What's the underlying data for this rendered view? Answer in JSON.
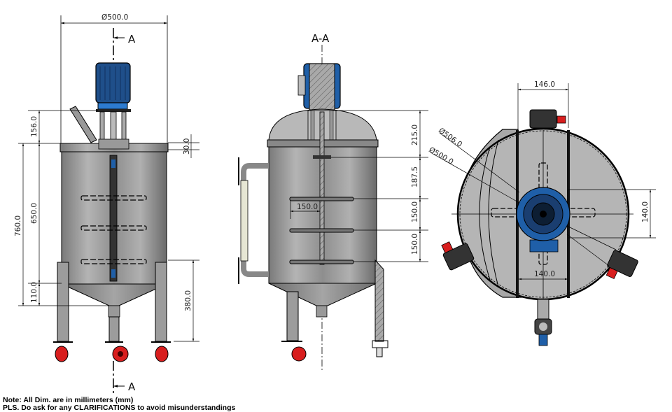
{
  "drawing": {
    "type": "Mixing tank engineering drawing",
    "units": "mm",
    "colors": {
      "steel": "#9a9a9a",
      "steel_dark": "#6e6e6e",
      "motor_blue": "#1f5fa8",
      "wheel_red": "#d81e1e",
      "line": "#000000"
    }
  },
  "front_view": {
    "section_marker_top": "A",
    "section_marker_bottom": "A",
    "dimensions": {
      "diameter": "Ø500.0",
      "top_height": "156.0",
      "lid_height": "30.0",
      "total_height": "760.0",
      "body_height": "650.0",
      "cone_height": "110.0",
      "leg_height": "380.0"
    }
  },
  "section_view": {
    "title": "A-A",
    "dimensions": {
      "dome_height": "215.0",
      "first_blade_spacing": "187.5",
      "blade_spacing_1": "150.0",
      "blade_spacing_2": "150.0",
      "blade_length": "150.0"
    }
  },
  "top_view": {
    "dimensions": {
      "caster_width": "146.0",
      "outer_diameter": "Ø506.0",
      "inner_diameter": "Ø500.0",
      "motor_mount_height": "140.0",
      "motor_mount_width": "140.0"
    }
  },
  "notes": {
    "line1": "Note: All Dim. are in millimeters (mm)",
    "line2": "PLS. Do ask for any CLARIFICATIONS to avoid misunderstandings"
  }
}
